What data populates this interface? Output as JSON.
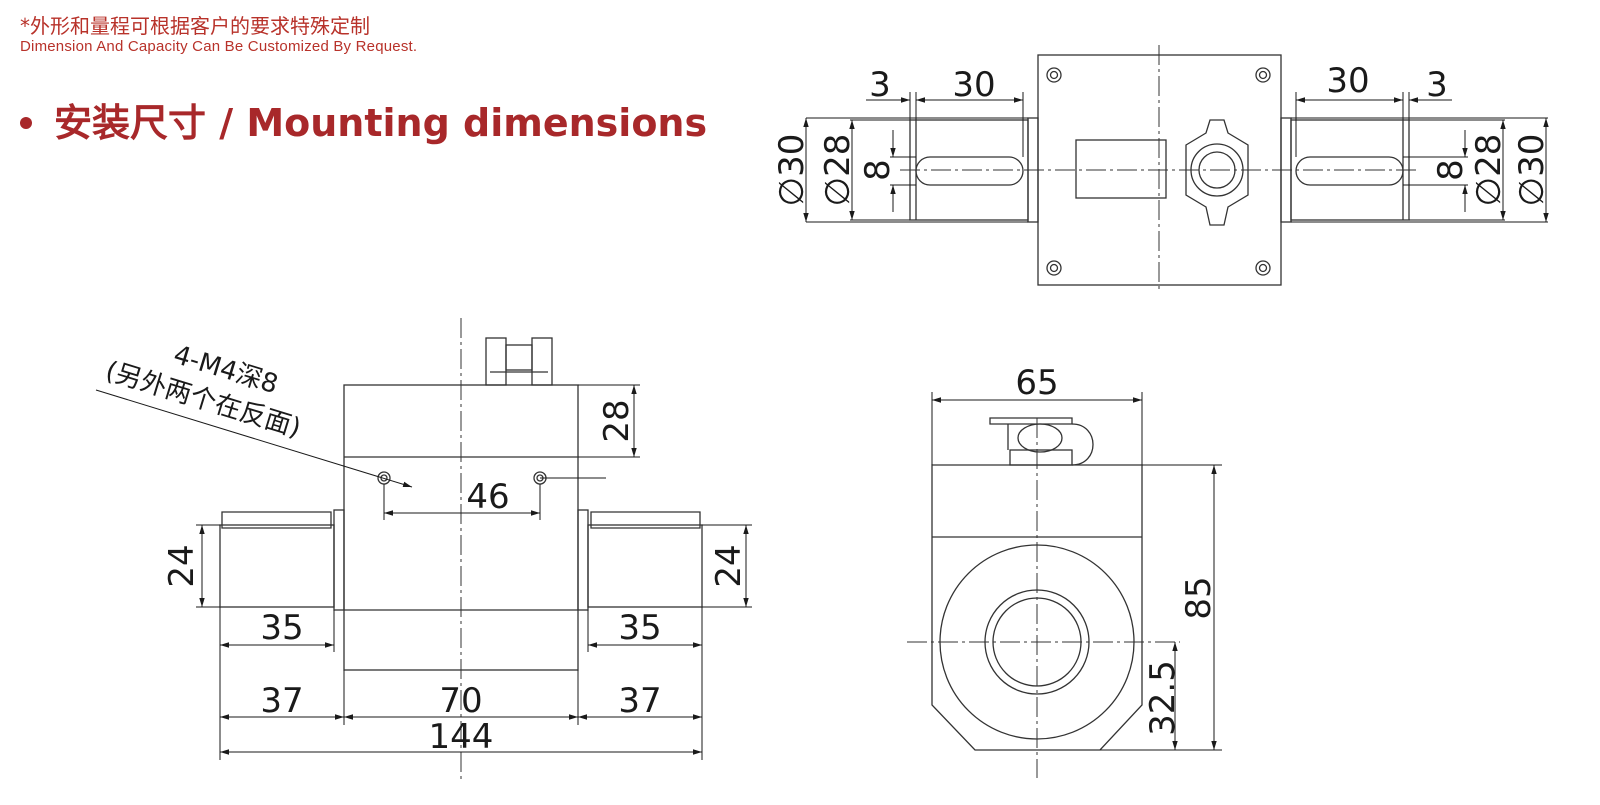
{
  "header": {
    "note_cn": "*外形和量程可根据客户的要求特殊定制",
    "note_en": "Dimension And Capacity Can Be Customized By Request.",
    "title": "安装尺寸 / Mounting dimensions",
    "accent_color": "#b8322a"
  },
  "top_view": {
    "left_dims": {
      "width_3": "3",
      "width_30": "30",
      "dia_30": "∅30",
      "dia_28": "∅28",
      "slot_8": "8"
    },
    "right_dims": {
      "width_3": "3",
      "width_30": "30",
      "dia_30": "∅30",
      "dia_28": "∅28",
      "slot_8": "8"
    }
  },
  "front_view": {
    "callout_line1": "4-M4深8",
    "callout_line2": "(另外两个在反面)",
    "height_28": "28",
    "hole_spacing_46": "46",
    "left_shaft_24": "24",
    "right_shaft_24": "24",
    "left_key_35": "35",
    "right_key_35": "35",
    "left_shaft_37": "37",
    "body_70": "70",
    "right_shaft_37": "37",
    "overall_144": "144"
  },
  "side_view": {
    "width_65": "65",
    "height_85": "85",
    "center_32_5": "32.5"
  }
}
